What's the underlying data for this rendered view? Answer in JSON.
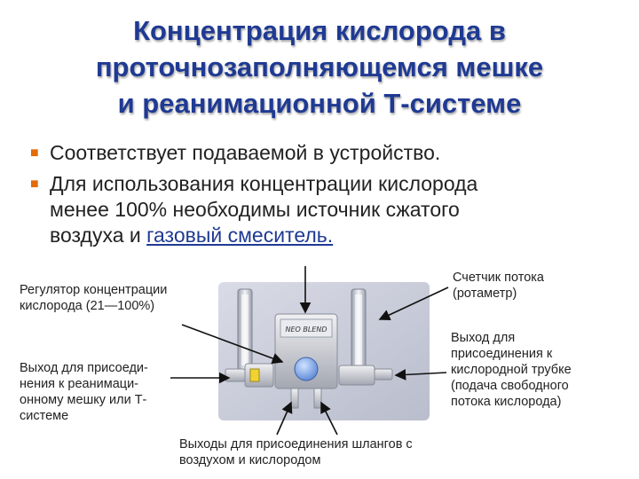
{
  "title": {
    "line1": "Концентрация кислорода в",
    "line2": "проточнозаполняющемся мешке",
    "line3": "и реанимационной Т-системе"
  },
  "bullets": {
    "item1": "Соответствует подаваемой в устройство.",
    "item2_line1": "Для использования концентрации кислорода",
    "item2_line2": "менее 100% необходимы источник сжатого",
    "item2_line3_prefix": "воздуха и ",
    "item2_link": "газовый смеситель."
  },
  "device": {
    "brand_label": "NEO BLEND"
  },
  "labels": {
    "regulator": {
      "line1": "Регулятор концентрации",
      "line2": "кислорода (21—100%)"
    },
    "flowmeter": {
      "line1": "Счетчик потока",
      "line2": "(ротаметр)"
    },
    "outlet_left": {
      "line1": "Выход для присоеди-",
      "line2": "нения к реанимаци-",
      "line3": "онному мешку или Т-",
      "line4": "системе"
    },
    "outlet_right": {
      "line1": "Выход для",
      "line2": "присоединения к",
      "line3": "кислородной трубке",
      "line4": "(подача свободного",
      "line5": "потока кислорода)"
    },
    "inlets": {
      "line1": "Выходы для присоединения шлангов с",
      "line2": "воздухом и кислородом"
    }
  },
  "colors": {
    "title": "#1f3a93",
    "bullet_marker": "#e36c0a",
    "link": "#1f3a93",
    "arrow": "#111111"
  }
}
